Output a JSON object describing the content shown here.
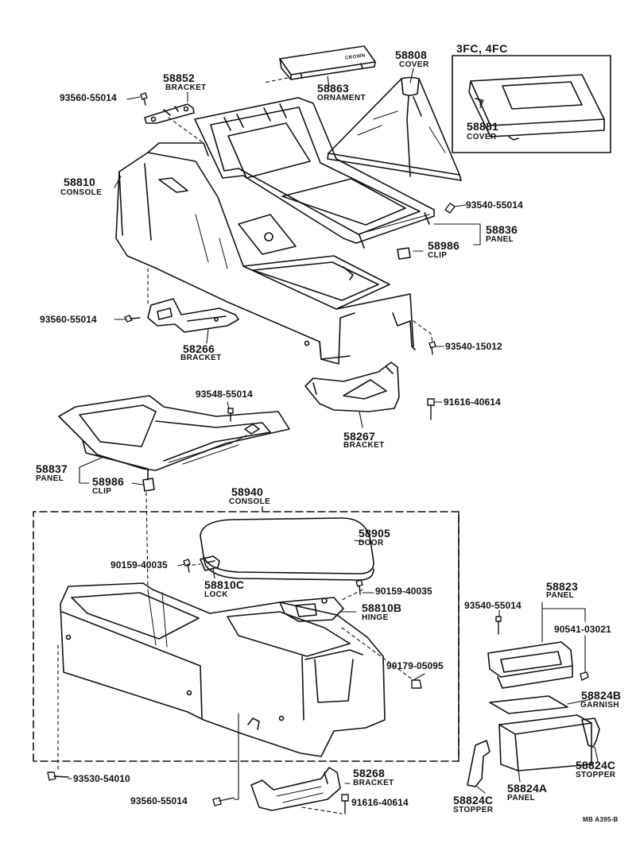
{
  "parts": [
    {
      "number": "58852",
      "name": "BRACKET"
    },
    {
      "number": "58863",
      "name": "ORNAMENT"
    },
    {
      "number": "58808",
      "name": "COVER"
    },
    {
      "number": "58881",
      "name": "COVER"
    },
    {
      "number": "58810",
      "name": "CONSOLE"
    },
    {
      "number": "58836",
      "name": "PANEL"
    },
    {
      "number": "58986",
      "name": "CLIP"
    },
    {
      "number": "58266",
      "name": "BRACKET"
    },
    {
      "number": "58267",
      "name": "BRACKET"
    },
    {
      "number": "58837",
      "name": "PANEL"
    },
    {
      "number": "58986",
      "name": "CLIP"
    },
    {
      "number": "58940",
      "name": "CONSOLE"
    },
    {
      "number": "58905",
      "name": "DOOR"
    },
    {
      "number": "58810C",
      "name": "LOCK"
    },
    {
      "number": "58810B",
      "name": "HINGE"
    },
    {
      "number": "58823",
      "name": "PANEL"
    },
    {
      "number": "58824B",
      "name": "GARNISH"
    },
    {
      "number": "58824C",
      "name": "STOPPER"
    },
    {
      "number": "58824A",
      "name": "PANEL"
    },
    {
      "number": "58824C",
      "name": "STOPPER"
    },
    {
      "number": "58268",
      "name": "BRACKET"
    }
  ],
  "fasteners": [
    "93560-55014",
    "93540-55014",
    "93560-55014",
    "93540-15012",
    "93548-55014",
    "91616-40614",
    "90159-40035",
    "90159-40035",
    "93540-55014",
    "90541-03021",
    "90179-05095",
    "93530-54010",
    "93560-55014",
    "91616-40614"
  ],
  "variant_label": "3FC, 4FC",
  "ornament_text": "CROWN",
  "drawing_code": "MB A395-B",
  "colors": {
    "ink": "#111111",
    "paper": "#ffffff"
  }
}
